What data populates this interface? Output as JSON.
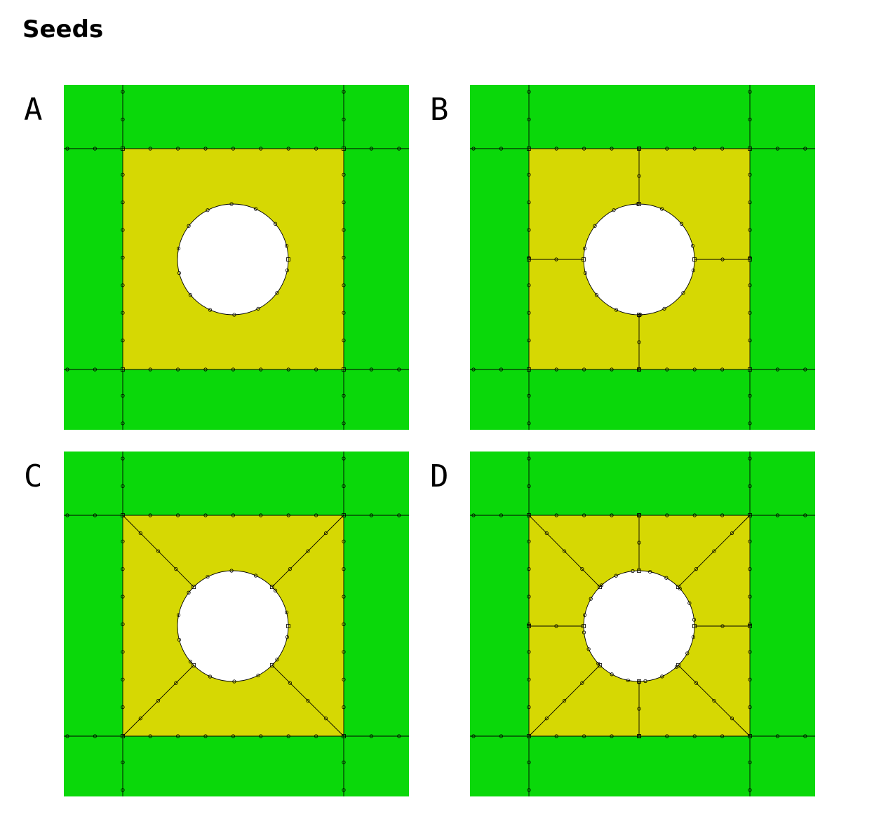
{
  "title": "Seeds",
  "colors": {
    "outer_region": "#0ad80a",
    "inner_region": "#d6d803",
    "hole": "#ffffff",
    "lines": "#000000"
  },
  "panels": [
    {
      "label": "A",
      "variant": "plain"
    },
    {
      "label": "B",
      "variant": "cross"
    },
    {
      "label": "C",
      "variant": "diagonal"
    },
    {
      "label": "D",
      "variant": "cross-diagonal"
    }
  ]
}
